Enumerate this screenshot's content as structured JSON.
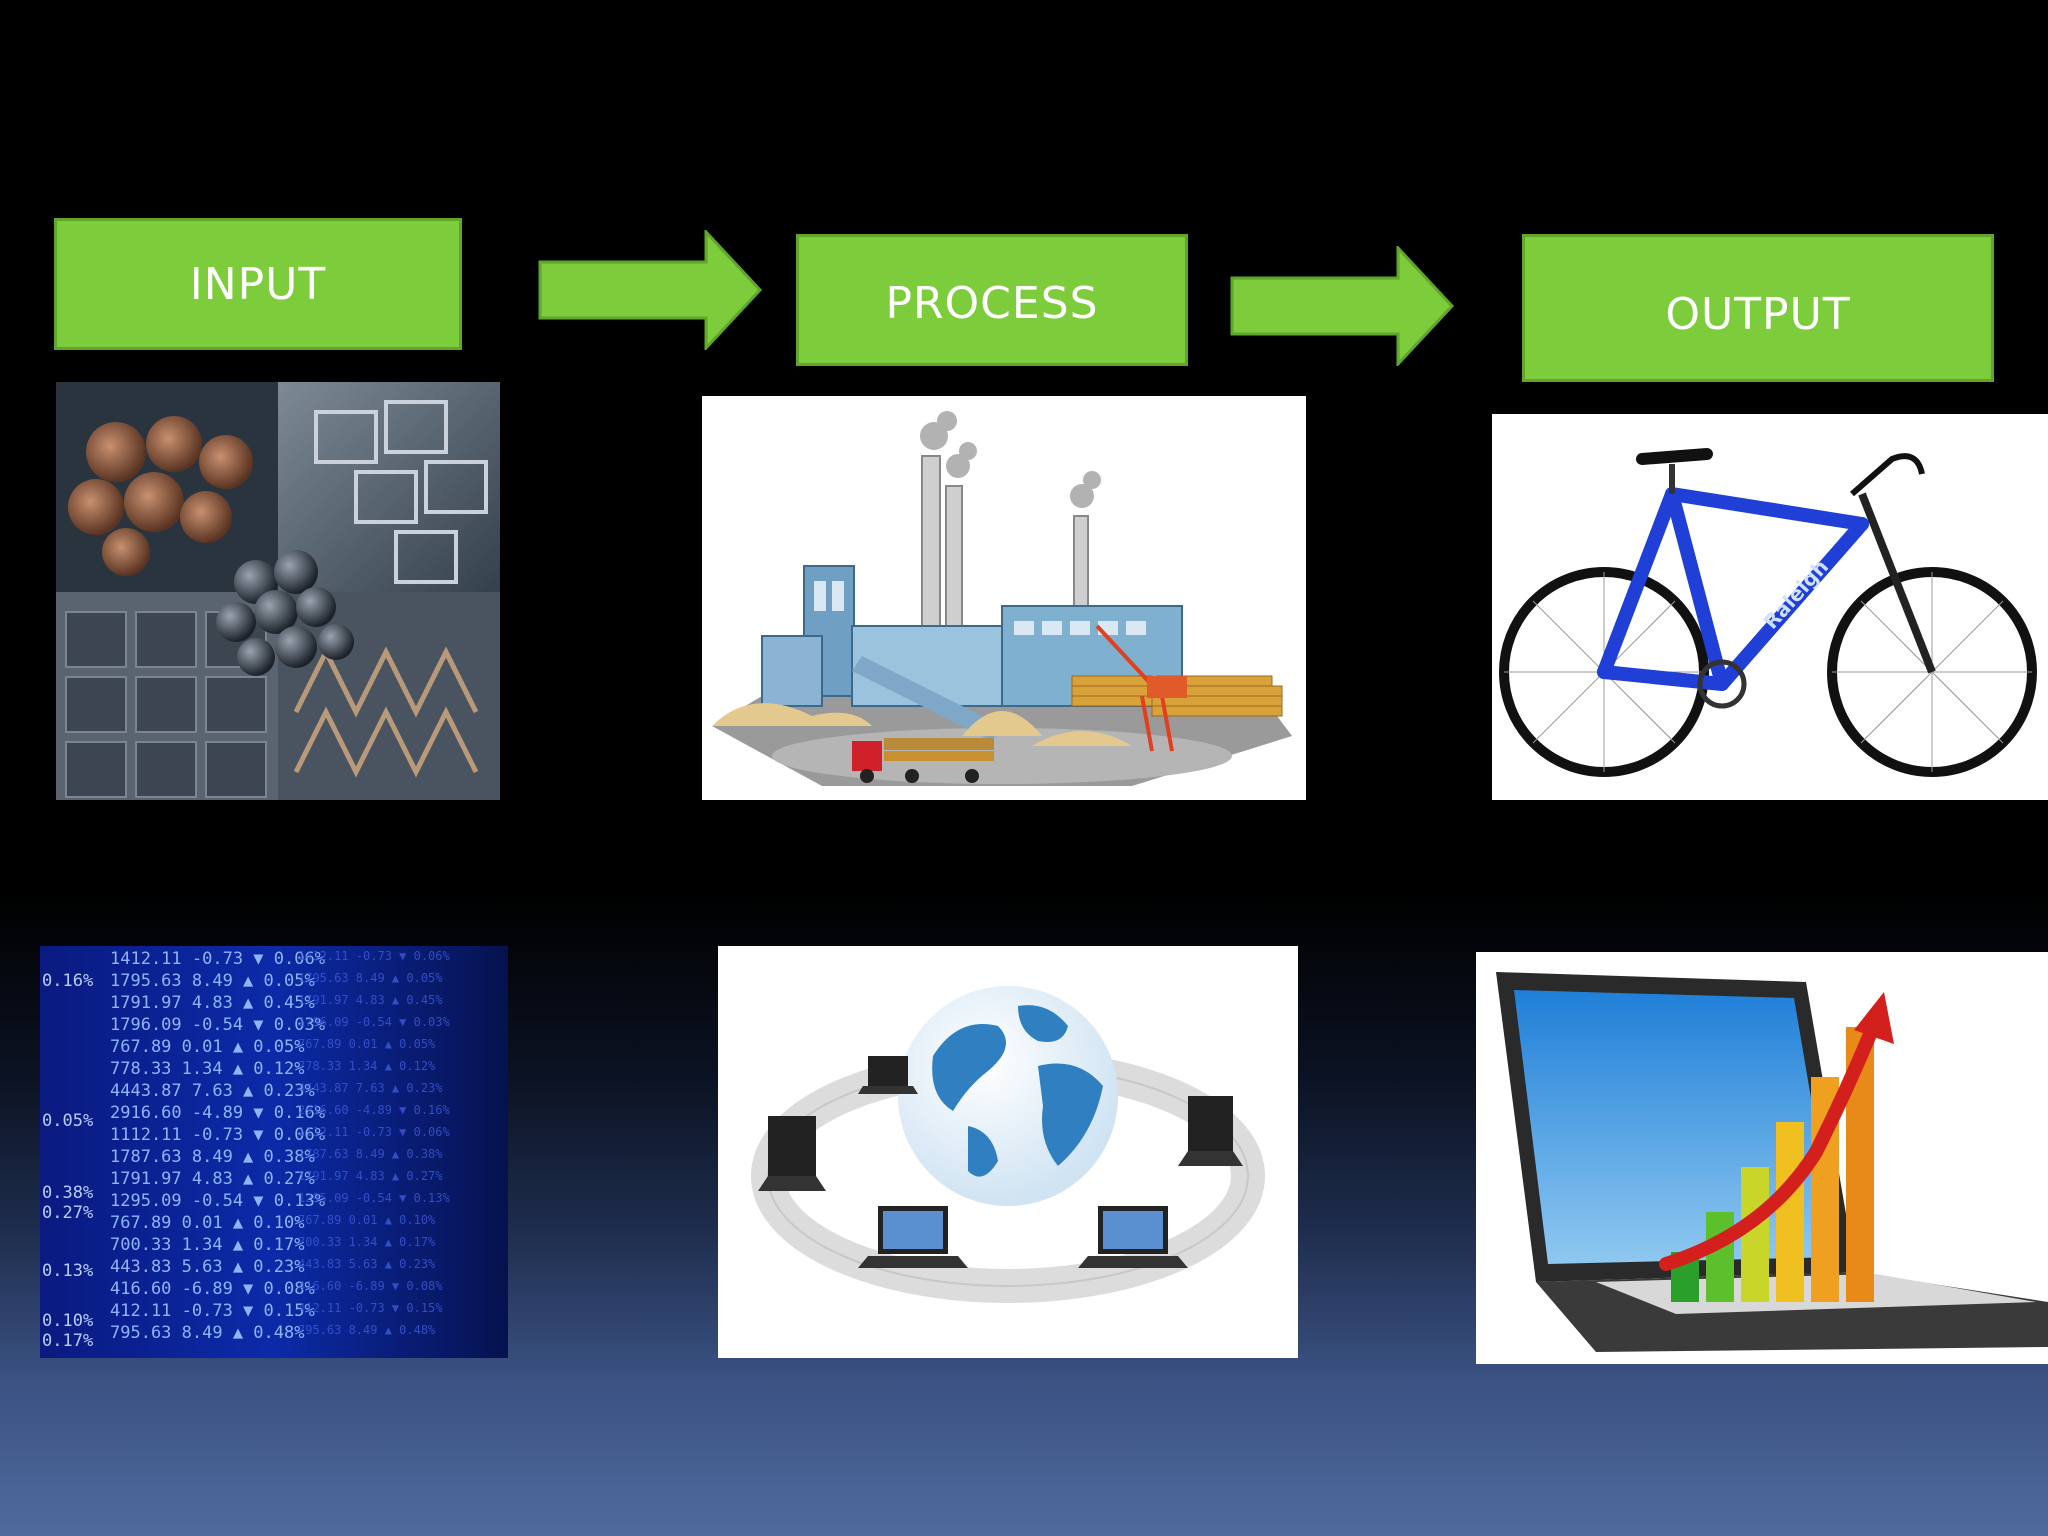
{
  "stages": {
    "input": "INPUT",
    "process": "PROCESS",
    "output": "OUTPUT"
  },
  "colors": {
    "box_fill": "#7ccc3c",
    "box_border": "#5fa62b",
    "label_text": "#ffffff"
  },
  "icons": {
    "row1": [
      "steel-materials-icon",
      "factory-icon",
      "bicycle-icon"
    ],
    "row2": [
      "stock-data-icon",
      "network-globe-icon",
      "laptop-chart-icon"
    ]
  },
  "ticker_lines": [
    "1412.11 -0.73 ▼ 0.06%",
    "1795.63  8.49 ▲ 0.05%",
    "1791.97  4.83 ▲ 0.45%",
    "1796.09 -0.54 ▼ 0.03%",
    "767.89  0.01 ▲ 0.05%",
    "778.33  1.34 ▲ 0.12%",
    "4443.87  7.63 ▲ 0.23%",
    "2916.60 -4.89 ▼ 0.16%",
    "1112.11 -0.73 ▼ 0.06%",
    "1787.63  8.49 ▲ 0.38%",
    "1791.97  4.83 ▲ 0.27%",
    "1295.09 -0.54 ▼ 0.13%",
    "767.89  0.01 ▲ 0.10%",
    "700.33  1.34 ▲ 0.17%",
    "443.83  5.63 ▲ 0.23%",
    "416.60 -6.89 ▼ 0.08%",
    "412.11 -0.73 ▼ 0.15%",
    "795.63  8.49 ▲ 0.48%"
  ],
  "ticker_left": [
    "0.16%",
    "0.05%",
    "0.38%",
    "0.27%",
    "0.13%",
    "0.10%",
    "0.17%"
  ],
  "bike_brand": "Raleigh"
}
